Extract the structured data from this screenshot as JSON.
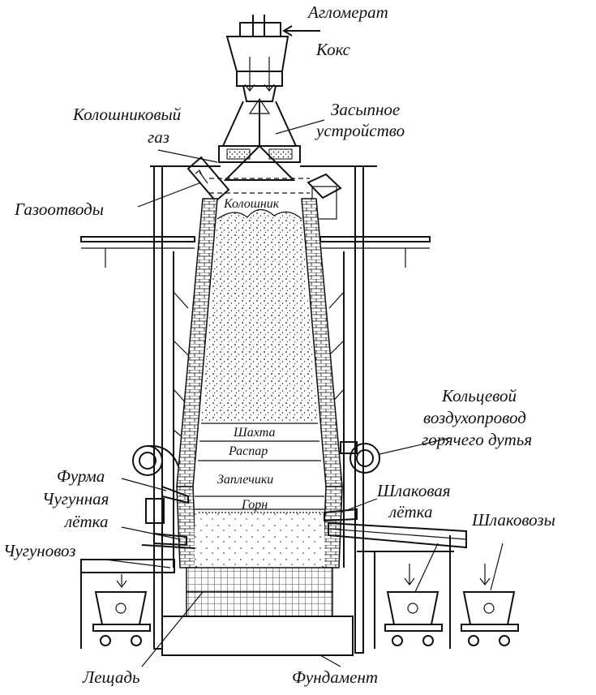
{
  "labels": {
    "aglomerat": "Агломерат",
    "koks": "Кокс",
    "koloshnikovy_gaz_1": "Колошниковый",
    "koloshnikovy_gaz_2": "газ",
    "zasypnoe_1": "Засыпное",
    "zasypnoe_2": "устройство",
    "gazootvody": "Газоотводы",
    "koloshnik": "Колошник",
    "koltsevoy_1": "Кольцевой",
    "koltsevoy_2": "воздухопровод",
    "koltsevoy_3": "горячего дутья",
    "shakhta": "Шахта",
    "raspar": "Распар",
    "zaplechiki": "Заплечики",
    "gorn": "Горн",
    "furma": "Фурма",
    "chugunnaya_1": "Чугунная",
    "chugunnaya_2": "лётка",
    "shlakovaya_1": "Шлаковая",
    "shlakovaya_2": "лётка",
    "shlakovozy": "Шлаковозы",
    "chugunovoz": "Чугуновоз",
    "leshchad": "Лещадь",
    "fundament": "Фундамент"
  },
  "colors": {
    "ink": "#111111",
    "background": "#ffffff"
  }
}
